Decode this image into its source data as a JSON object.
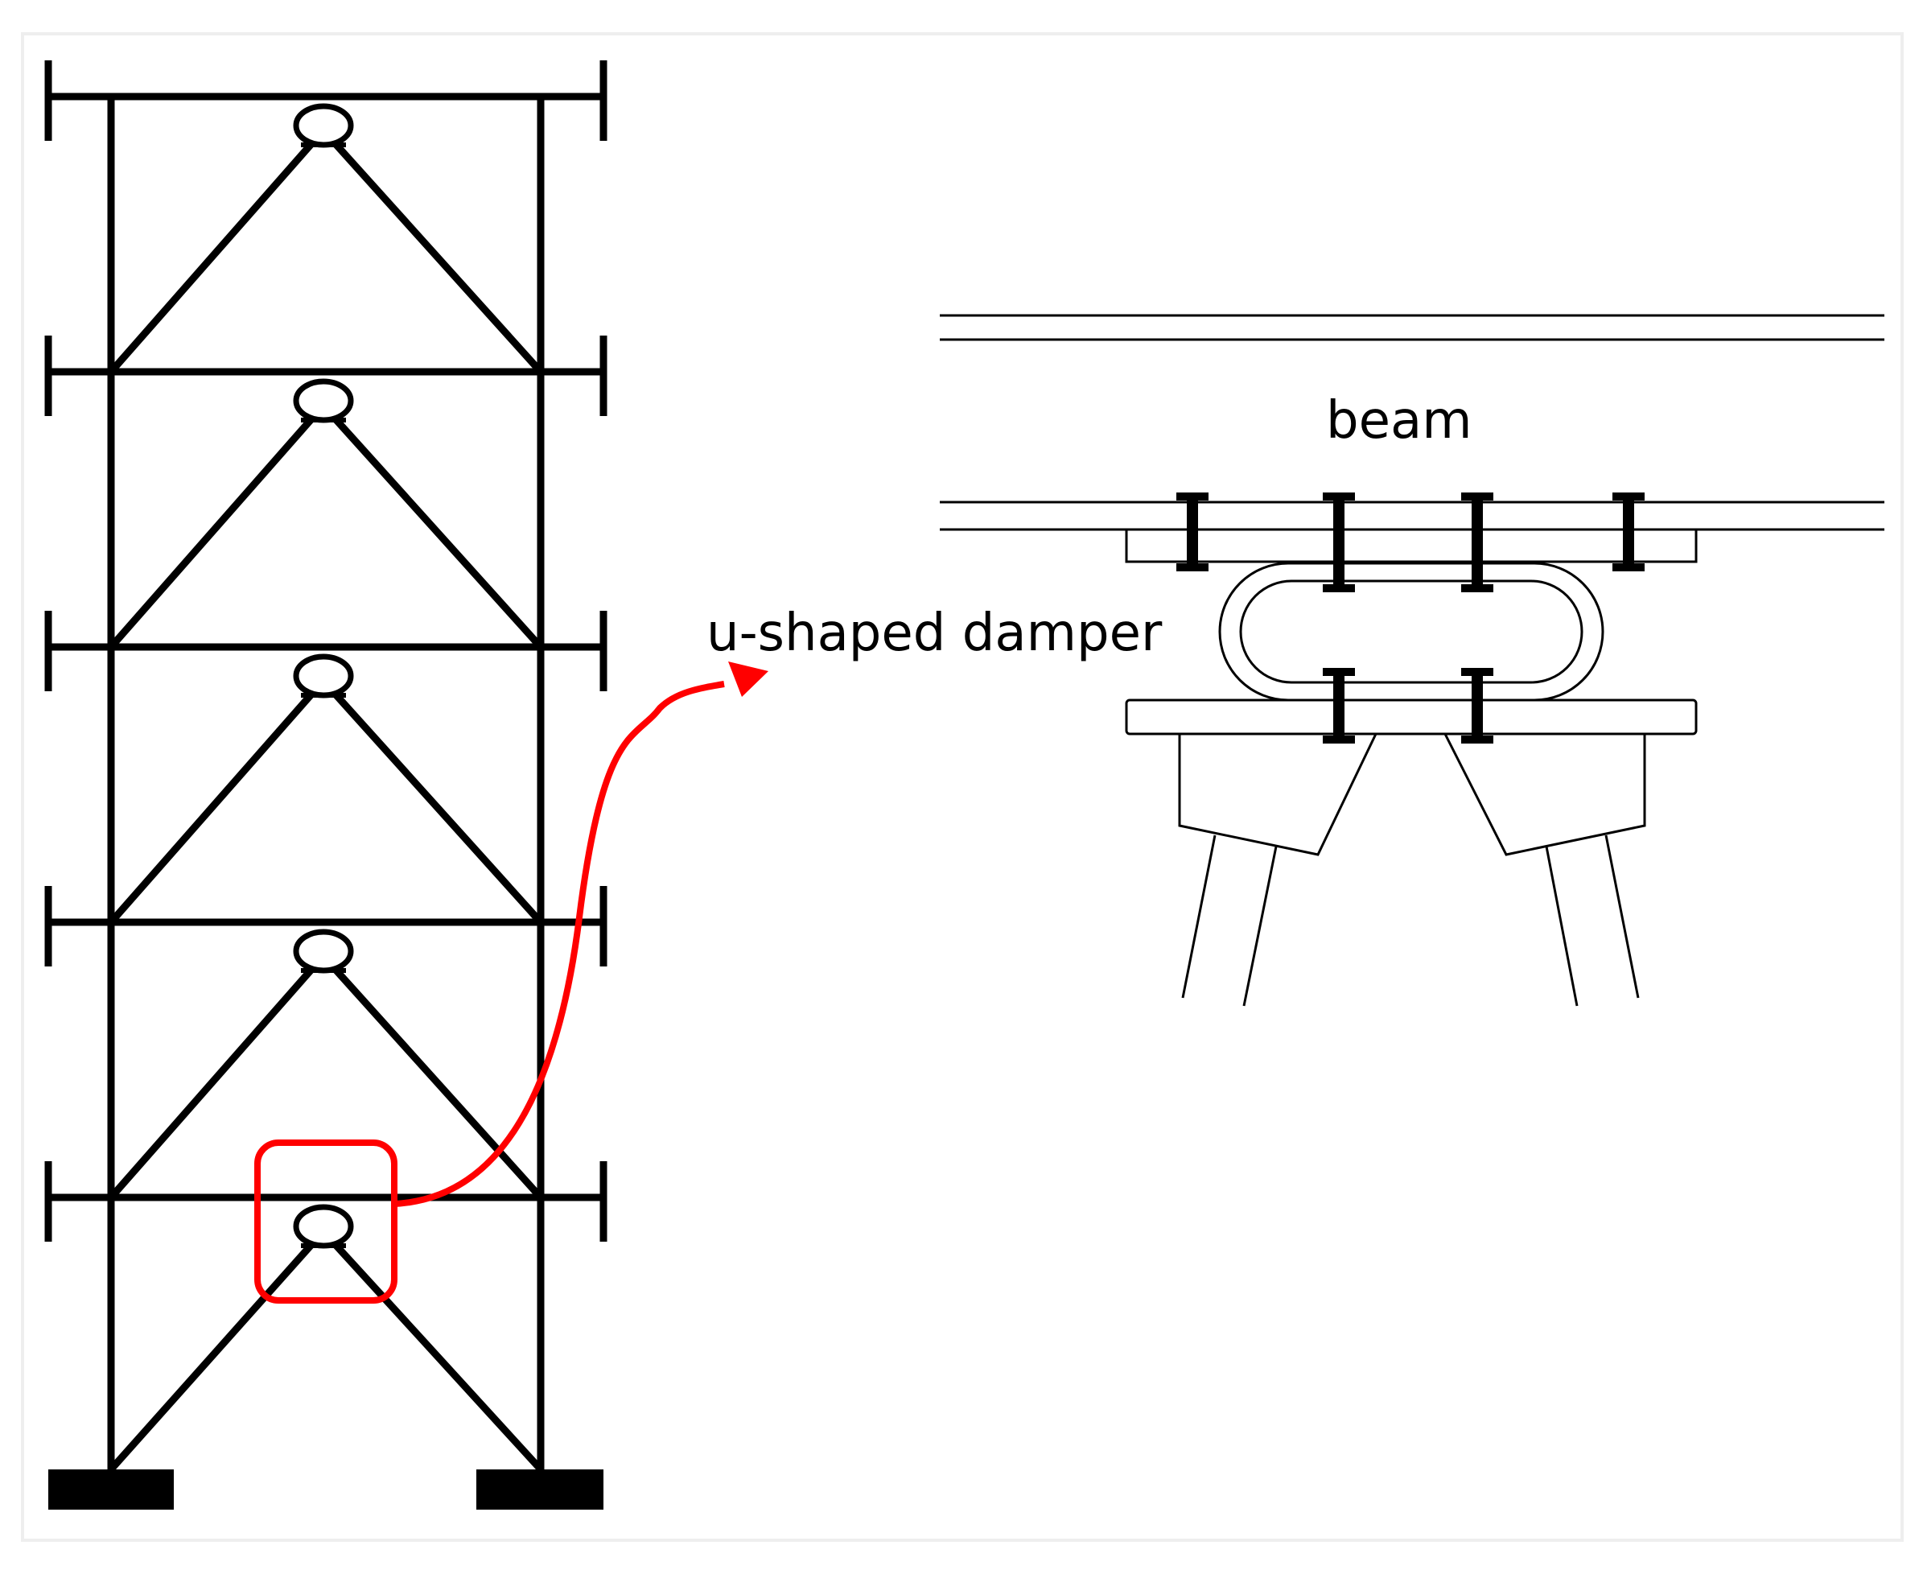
{
  "diagram": {
    "labels": {
      "beam": "beam",
      "damper": "u-shaped damper"
    },
    "stories": 5,
    "colors": {
      "structure": "#000000",
      "highlight": "#ff0000",
      "detail_line": "#000000",
      "panel_background": "#ffffff",
      "frame_border": "#eeeeee"
    }
  }
}
